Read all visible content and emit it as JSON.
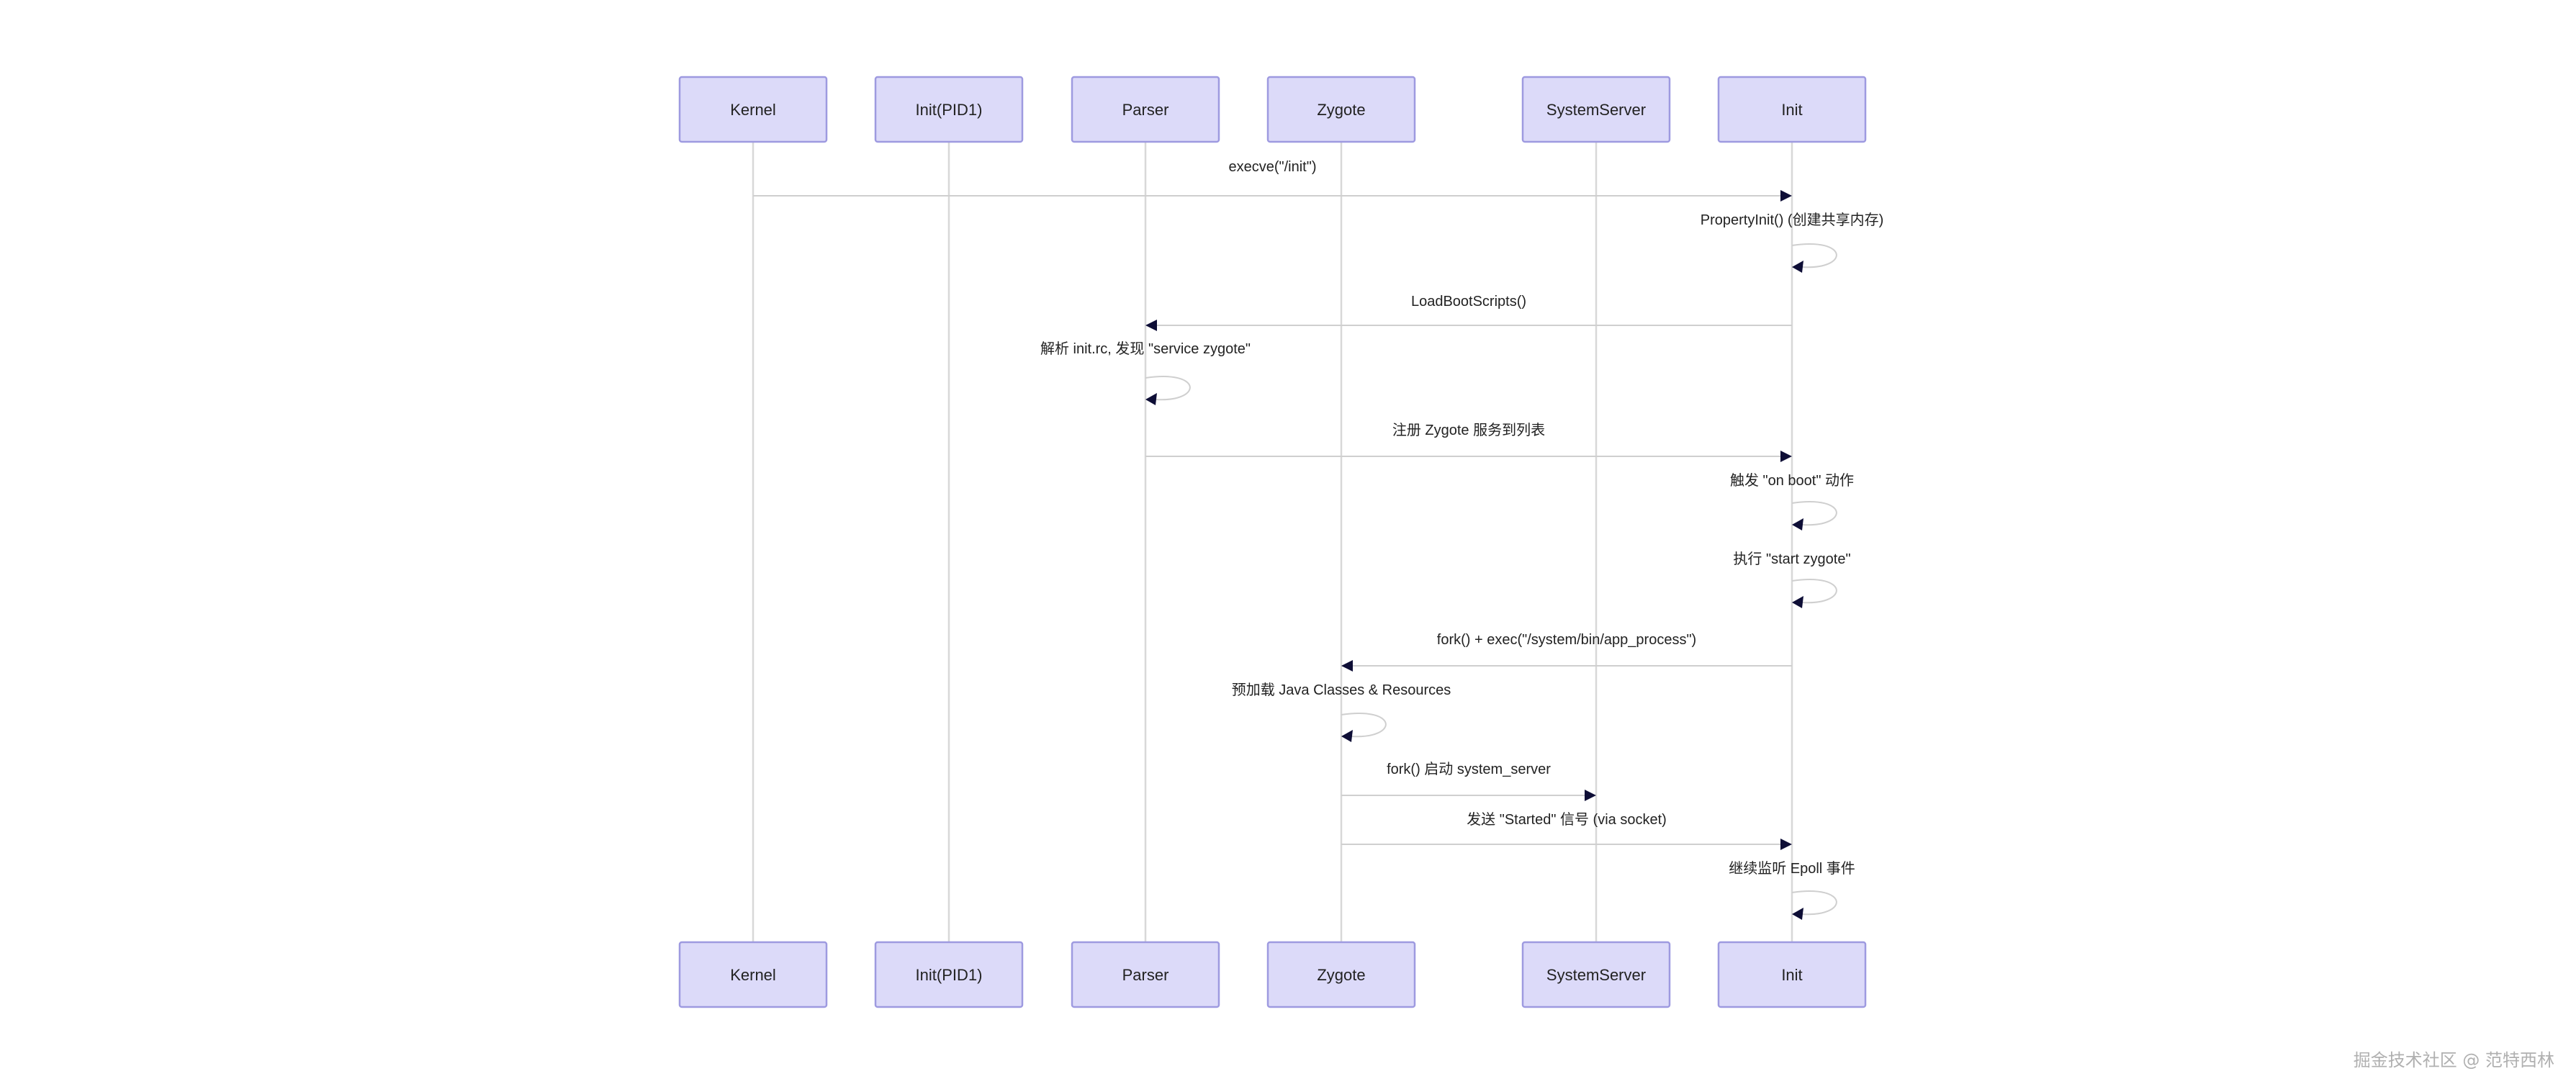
{
  "actors": [
    {
      "id": "kernel",
      "label": "Kernel"
    },
    {
      "id": "init_pid1",
      "label": "Init(PID1)"
    },
    {
      "id": "parser",
      "label": "Parser"
    },
    {
      "id": "zygote",
      "label": "Zygote"
    },
    {
      "id": "systemserver",
      "label": "SystemServer"
    },
    {
      "id": "init",
      "label": "Init"
    }
  ],
  "messages": [
    {
      "from": "kernel",
      "to": "init",
      "label": "execve(\"/init\")"
    },
    {
      "from": "init",
      "to": "init",
      "label": "PropertyInit() (创建共享内存)"
    },
    {
      "from": "init",
      "to": "parser",
      "label": "LoadBootScripts()"
    },
    {
      "from": "parser",
      "to": "parser",
      "label": "解析 init.rc, 发现 \"service zygote\""
    },
    {
      "from": "parser",
      "to": "init",
      "label": "注册 Zygote 服务到列表"
    },
    {
      "from": "init",
      "to": "init",
      "label": "触发 \"on boot\" 动作"
    },
    {
      "from": "init",
      "to": "init",
      "label": "执行 \"start zygote\""
    },
    {
      "from": "init",
      "to": "zygote",
      "label": "fork() + exec(\"/system/bin/app_process\")"
    },
    {
      "from": "zygote",
      "to": "zygote",
      "label": "预加载 Java Classes & Resources"
    },
    {
      "from": "zygote",
      "to": "systemserver",
      "label": "fork() 启动 system_server"
    },
    {
      "from": "zygote",
      "to": "init",
      "label": "发送 \"Started\" 信号 (via socket)"
    },
    {
      "from": "init",
      "to": "init",
      "label": "继续监听 Epoll 事件"
    }
  ],
  "watermark": "掘金技术社区 @ 范特西林"
}
